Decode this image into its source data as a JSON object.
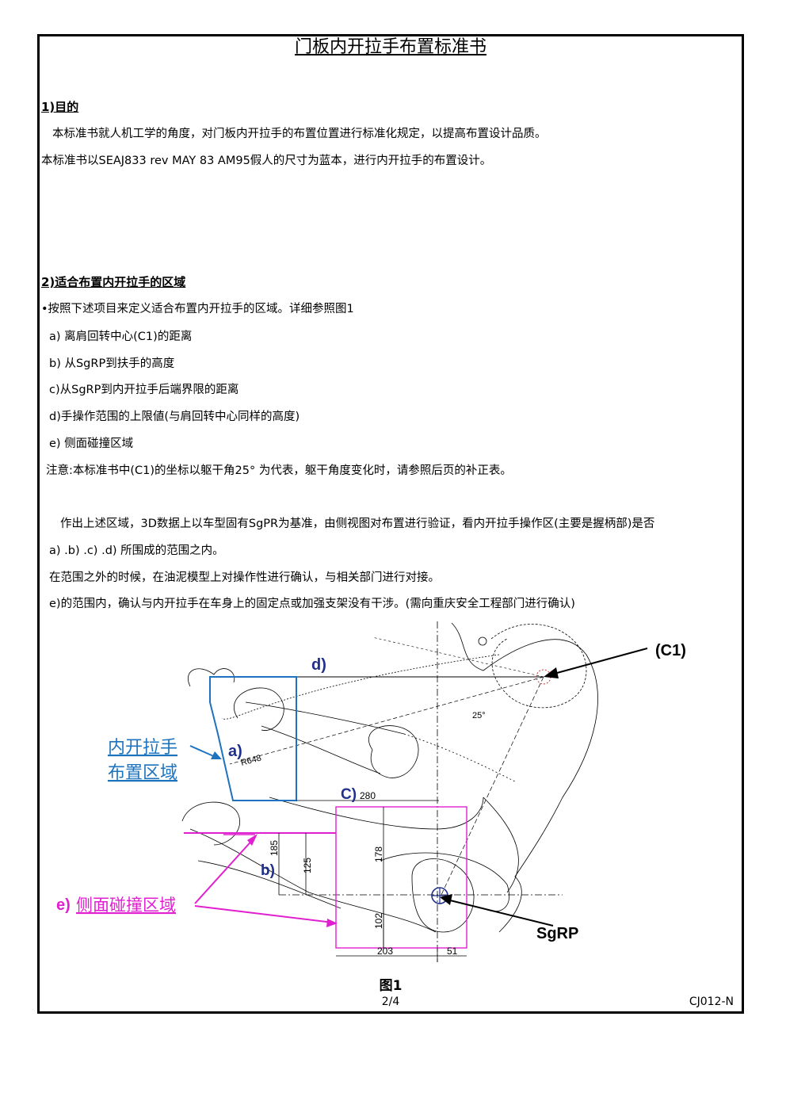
{
  "title": "门板内开拉手布置标准书",
  "sections": {
    "s1": {
      "heading": "1)目的",
      "lines": [
        "本标准书就人机工学的角度，对门板内开拉手的布置位置进行标准化规定，以提高布置设计品质。",
        "本标准书以SEAJ833 rev MAY 83 AM95假人的尺寸为蓝本，进行内开拉手的布置设计。"
      ]
    },
    "s2": {
      "heading": "2)适合布置内开拉手的区域",
      "intro": "•按照下述项目来定义适合布置内开拉手的区域。详细参照图1",
      "items": [
        "a) 离肩回转中心(C1)的距离",
        "b) 从SgRP到扶手的高度",
        "c)从SgRP到内开拉手后端界限的距离",
        "d)手操作范围的上限値(与肩回转中心同样的高度)",
        "e) 侧面碰撞区域"
      ],
      "note": "注意:本标准书中(C1)的坐标以躯干角25° 为代表，躯干角度变化时，请参照后页的补正表。",
      "para": [
        "作出上述区域，3D数据上以车型固有SgPR为基准，由侧视图对布置进行验证，看内开拉手操作区(主要是握柄部)是否",
        "a) .b) .c) .d) 所围成的范围之内。",
        "在范围之外的时候，在油泥模型上对操作性进行确认，与相关部门进行对接。",
        "e)的范围内，确认与内开拉手在车身上的固定点或加强支架没有干涉。(需向重庆安全工程部门进行确认)"
      ]
    }
  },
  "figure": {
    "caption": "图1",
    "labels": {
      "c1": "(C1)",
      "d": "d)",
      "a": "a)",
      "c": "C)",
      "b": "b)",
      "sgrp": "SgRP",
      "zone_line1": "内开拉手",
      "zone_line2": "布置区域",
      "e": "e)",
      "e_text": "侧面碰撞区域"
    },
    "dims": {
      "r648": "R648",
      "angle": "25°",
      "d280": "280",
      "d185": "185",
      "d125": "125",
      "d178": "178",
      "d102": "102",
      "d203": "203",
      "d51": "51"
    },
    "colors": {
      "blue": "#1e73be",
      "navy": "#1f2f8c",
      "magenta": "#e020d0",
      "black": "#000000"
    }
  },
  "footer": {
    "page": "2/4",
    "code": "CJ012-N"
  }
}
